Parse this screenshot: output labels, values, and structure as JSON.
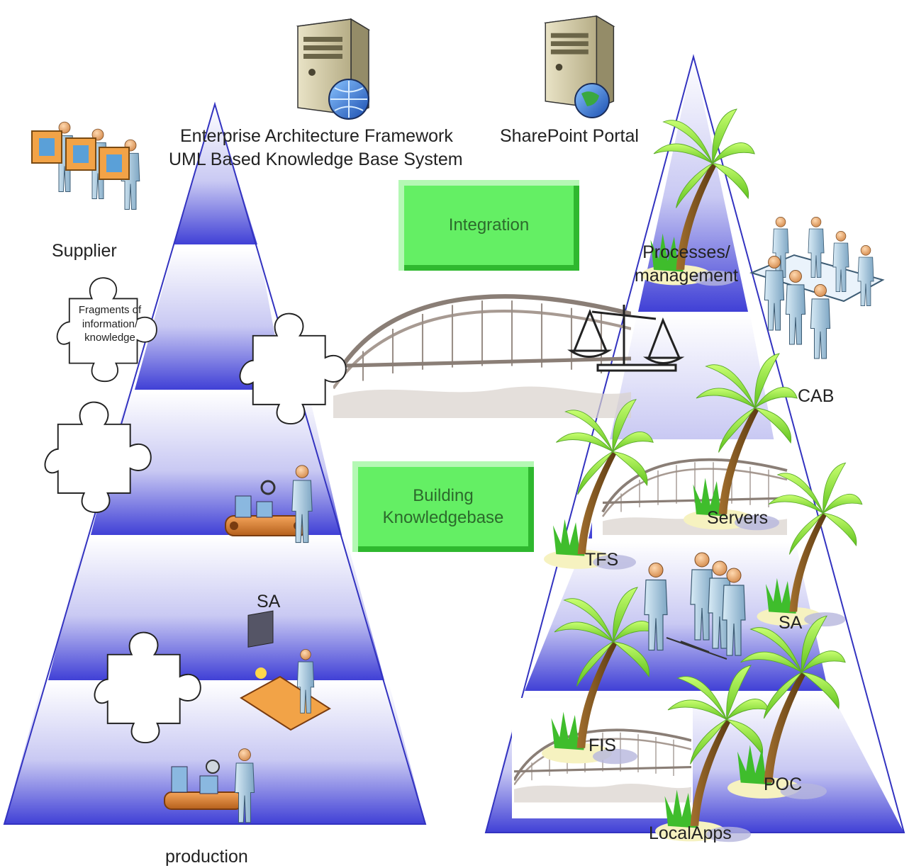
{
  "header": {
    "ea_line1": "Enterprise Architecture Framework",
    "ea_line2": "UML Based Knowledge Base System",
    "sharepoint": "SharePoint Portal"
  },
  "left": {
    "supplier": "Supplier",
    "fragments": [
      "Fragments of",
      "information/",
      "knowledge"
    ],
    "sa": "SA",
    "production": "production"
  },
  "center": {
    "integration": "Integration",
    "building_line1": "Building",
    "building_line2": "Knowledgebase"
  },
  "right": {
    "processes_line1": "Processes/",
    "processes_line2": "management",
    "cab": "CAB",
    "servers": "Servers",
    "tfs": "TFS",
    "sa": "SA",
    "fis": "FIS",
    "poc": "POC",
    "localapps": "LocalApps"
  },
  "colors": {
    "pyramid": "#4848d8",
    "button": "#64ef64",
    "palm": "#8ce83a"
  }
}
